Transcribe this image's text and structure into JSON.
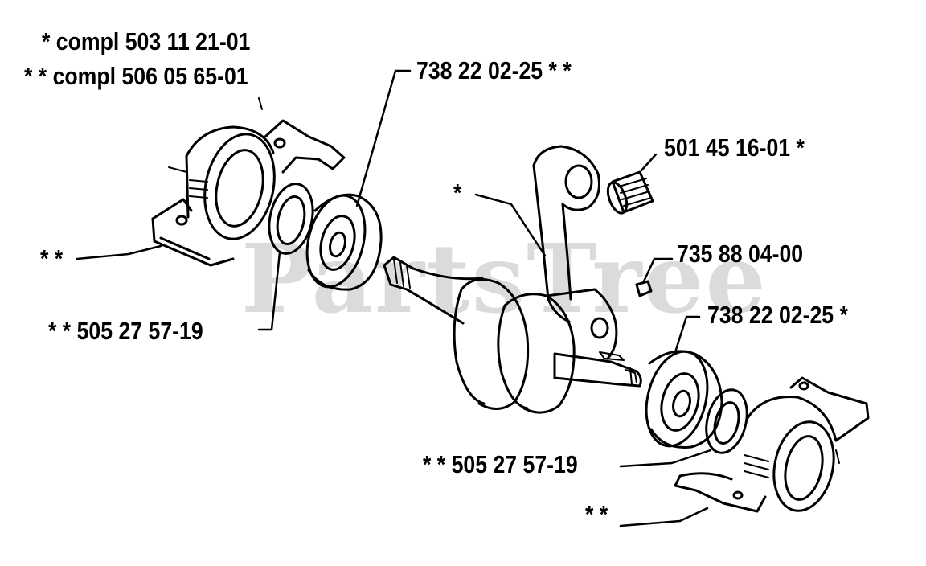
{
  "watermark": "PartsTree",
  "labels": {
    "compl_single": "*  compl 503 11 21-01",
    "compl_double": "* *  compl 506 05 65-01",
    "bearing_top": "738 22 02-25  *   *",
    "needle_bearing": "501 45 16-01  *",
    "conrod_star": "*",
    "key": "735 88 04-00",
    "bearing_right": "738 22 02-25  *",
    "housing_left": "* *",
    "seal_left": "* *  505 27 57-19",
    "seal_right": "* *  505 27 57-19",
    "housing_right": "* *"
  },
  "colors": {
    "ink": "#000000",
    "watermark": "#d0d0d0",
    "background": "#ffffff"
  }
}
